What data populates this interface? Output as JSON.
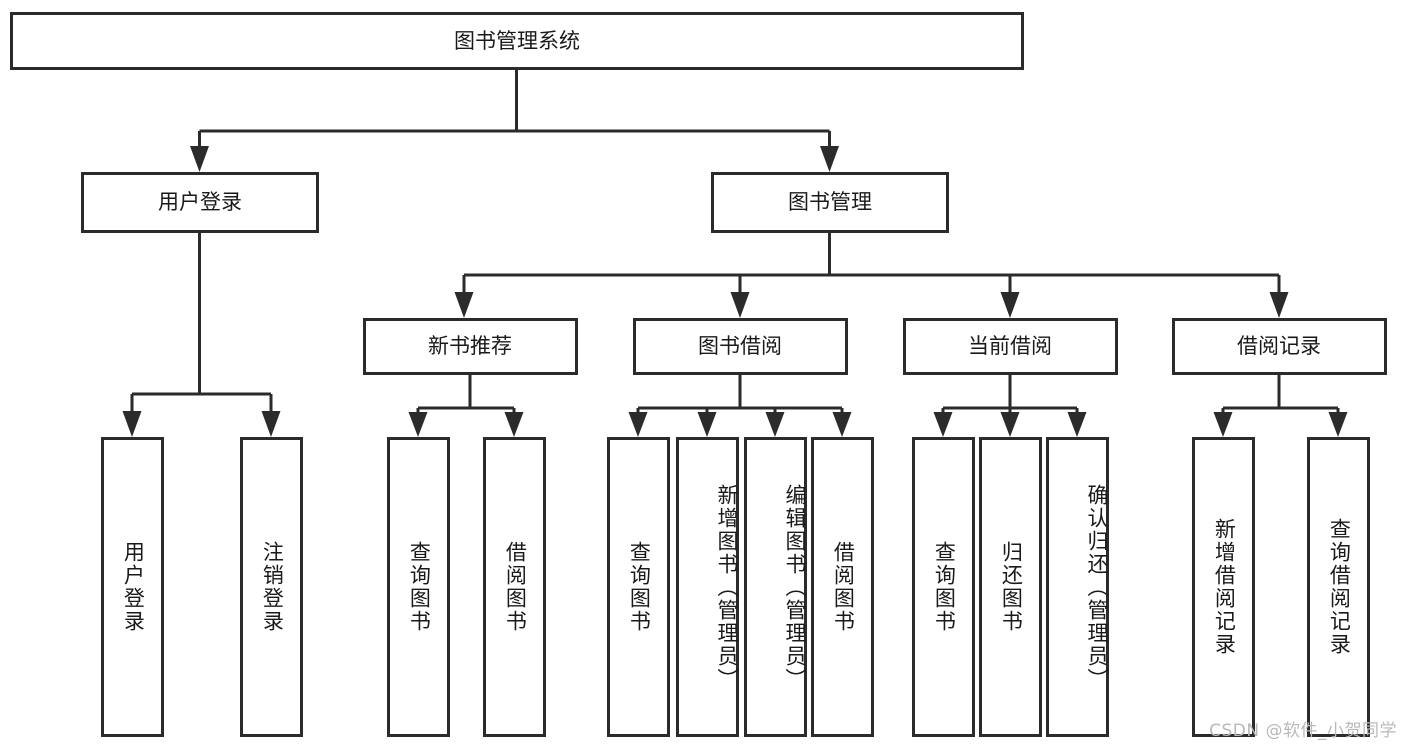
{
  "diagram": {
    "title": "图书管理系统",
    "type": "tree-hierarchy",
    "root": {
      "id": "root",
      "label": "图书管理系统"
    },
    "level1": [
      {
        "id": "user-login",
        "label": "用户登录"
      },
      {
        "id": "book-manage",
        "label": "图书管理"
      }
    ],
    "level2": [
      {
        "id": "new-book-rec",
        "label": "新书推荐",
        "parent": "book-manage"
      },
      {
        "id": "book-borrow",
        "label": "图书借阅",
        "parent": "book-manage"
      },
      {
        "id": "current-borrow",
        "label": "当前借阅",
        "parent": "book-manage"
      },
      {
        "id": "borrow-record",
        "label": "借阅记录",
        "parent": "book-manage"
      }
    ],
    "leaves": [
      {
        "id": "leaf-user-login",
        "label": "用户登录",
        "parent": "user-login"
      },
      {
        "id": "leaf-user-logout",
        "label": "注销登录",
        "parent": "user-login"
      },
      {
        "id": "leaf-query-book-1",
        "label": "查询图书",
        "parent": "new-book-rec"
      },
      {
        "id": "leaf-borrow-book-1",
        "label": "借阅图书",
        "parent": "new-book-rec"
      },
      {
        "id": "leaf-query-book-2",
        "label": "查询图书",
        "parent": "book-borrow"
      },
      {
        "id": "leaf-add-book",
        "label": "新增图书（管理员）",
        "parent": "book-borrow"
      },
      {
        "id": "leaf-edit-book",
        "label": "编辑图书（管理员）",
        "parent": "book-borrow"
      },
      {
        "id": "leaf-borrow-book-2",
        "label": "借阅图书",
        "parent": "book-borrow"
      },
      {
        "id": "leaf-query-book-3",
        "label": "查询图书",
        "parent": "current-borrow"
      },
      {
        "id": "leaf-return-book",
        "label": "归还图书",
        "parent": "current-borrow"
      },
      {
        "id": "leaf-confirm-return",
        "label": "确认归还（管理员）",
        "parent": "current-borrow"
      },
      {
        "id": "leaf-add-record",
        "label": "新增借阅记录",
        "parent": "borrow-record"
      },
      {
        "id": "leaf-query-record",
        "label": "查询借阅记录",
        "parent": "borrow-record"
      }
    ]
  },
  "watermark": {
    "text": "CSDN @软件_小贺同学"
  },
  "colors": {
    "stroke": "#2b2b2b",
    "fill": "#ffffff",
    "text": "#1a1a1a",
    "watermark": "#b9b9b9"
  }
}
